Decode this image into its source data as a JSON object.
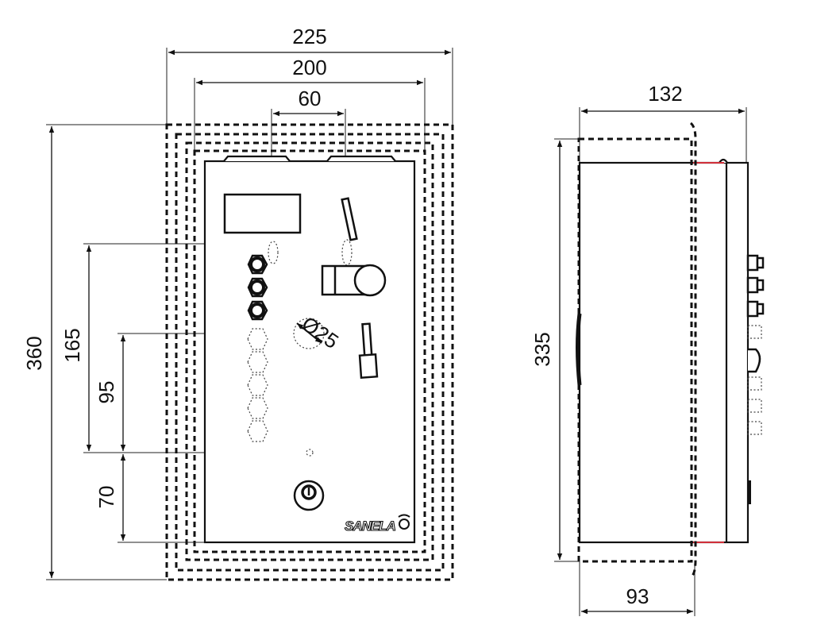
{
  "front_view": {
    "dimensions": {
      "width_outer": "225",
      "width_inner": "200",
      "spacing_top": "60",
      "height_outer": "360",
      "height_165": "165",
      "height_95": "95",
      "height_70": "70",
      "hole_diameter": "Ø25"
    },
    "logo": "SANELA"
  },
  "side_view": {
    "dimensions": {
      "depth_total": "132",
      "height": "335",
      "depth_recessed": "93"
    }
  },
  "colors": {
    "line": "#111111",
    "seal": "#d0303a"
  }
}
